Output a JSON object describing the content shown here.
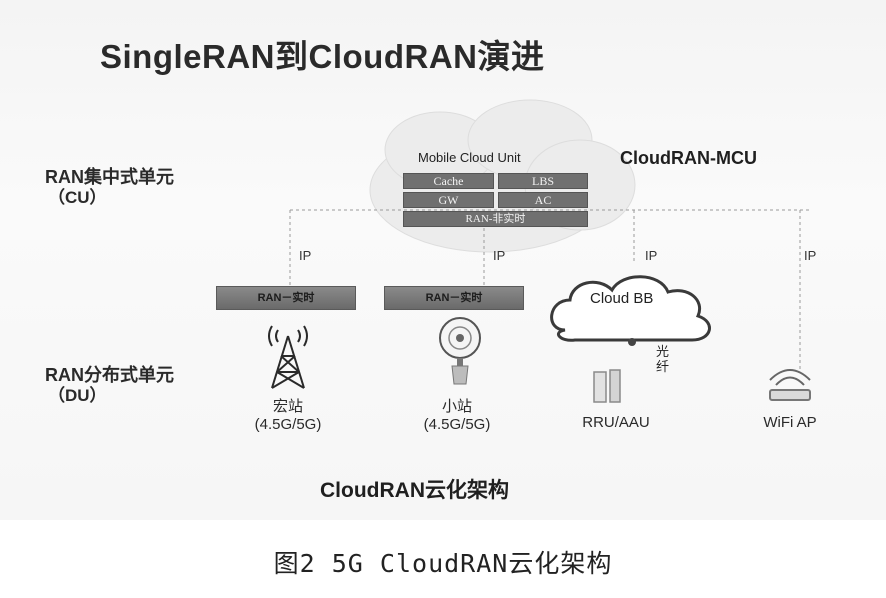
{
  "title": "SingleRAN到CloudRAN演进",
  "cu": {
    "line1": "RAN集中式单元",
    "line2": "（CU）"
  },
  "du": {
    "line1": "RAN分布式单元",
    "line2": "（DU）"
  },
  "mcu": {
    "label": "CloudRAN-MCU",
    "name": "Mobile Cloud Unit",
    "boxes": [
      "Cache",
      "LBS",
      "GW",
      "AC"
    ],
    "wide_box": "RAN-非实时"
  },
  "ip": [
    "IP",
    "IP",
    "IP",
    "IP"
  ],
  "realtime": [
    "RAN－实时",
    "RAN－实时"
  ],
  "cloud_bb": "Cloud BB",
  "fiber": "光纤",
  "sites": [
    {
      "name": "宏站",
      "sub": "(4.5G/5G)"
    },
    {
      "name": "小站",
      "sub": "(4.5G/5G)"
    },
    {
      "name": "RRU/AAU",
      "sub": ""
    },
    {
      "name": "WiFi AP",
      "sub": ""
    }
  ],
  "bottom": "CloudRAN云化架构",
  "caption": "图2  5G CloudRAN云化架构",
  "colors": {
    "box": "#707070",
    "background": "#f4f4f4",
    "text": "#2a2a2a"
  }
}
